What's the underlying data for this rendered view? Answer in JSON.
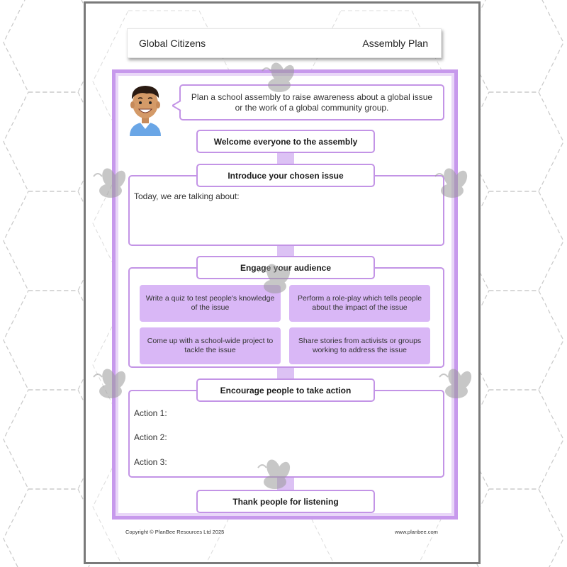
{
  "header": {
    "left_title": "Global Citizens",
    "right_title": "Assembly Plan"
  },
  "intro": {
    "text": "Plan a school assembly to raise awareness about a global issue or the work of a global community group."
  },
  "sections": {
    "welcome": "Welcome everyone to the assembly",
    "introduce": "Introduce your chosen issue",
    "introduce_prompt": "Today, we are talking about:",
    "engage": "Engage your audience",
    "engage_options": [
      "Write a quiz to test people's knowledge of the issue",
      "Perform a role-play which tells people about the impact of the issue",
      "Come up with a school-wide project to tackle the issue",
      "Share stories from activists or groups working to address the issue"
    ],
    "encourage": "Encourage people to take action",
    "actions": [
      "Action 1:",
      "Action 2:",
      "Action 3:"
    ],
    "thank": "Thank people for listening"
  },
  "footer": {
    "copyright": "Copyright © PlanBee Resources Ltd 2025",
    "website": "www.planbee.com"
  },
  "colors": {
    "accent": "#c799ec",
    "option_fill": "#d9b7f6",
    "page_border": "#7a7a7a"
  },
  "icons": {
    "watermark": "bee-icon",
    "character": "boy-avatar-icon"
  }
}
